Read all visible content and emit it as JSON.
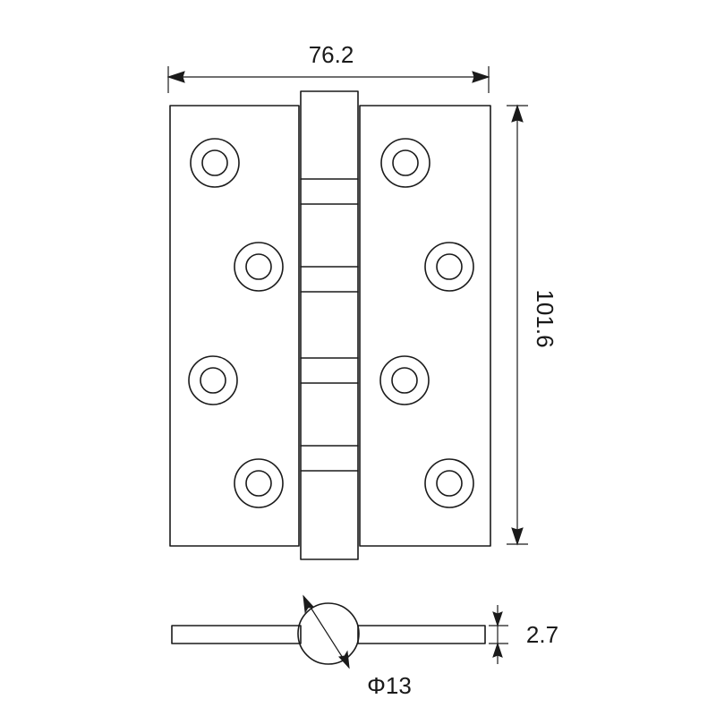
{
  "dimensions": {
    "width_label": "76.2",
    "height_label": "101.6",
    "thickness_label": "2.7",
    "knuckle_diameter_label": "Φ13"
  },
  "colors": {
    "line": "#1a1a1a",
    "background": "#ffffff"
  },
  "hinge": {
    "screw_holes_per_leaf": 4,
    "knuckle_segments": 5
  }
}
